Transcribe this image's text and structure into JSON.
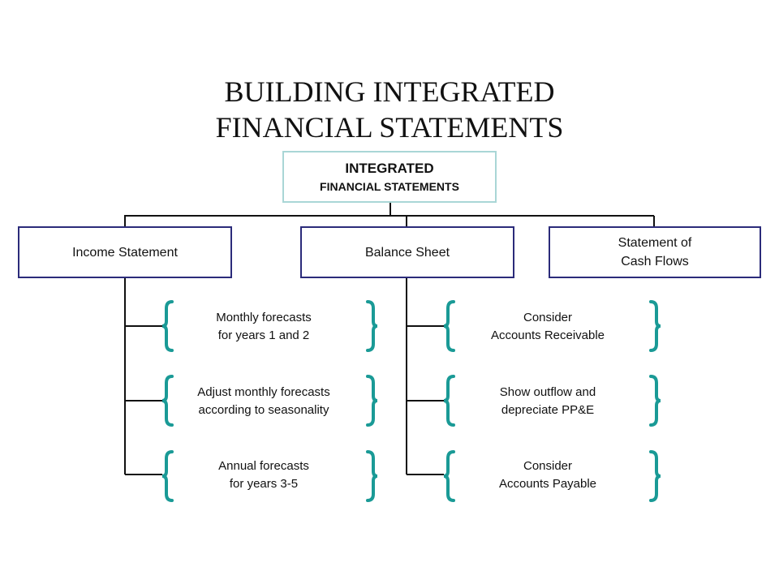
{
  "title": {
    "line1": "BUILDING INTEGRATED",
    "line2": "FINANCIAL STATEMENTS"
  },
  "root": {
    "line1": "INTEGRATED",
    "line2": "FINANCIAL STATEMENTS"
  },
  "branches": [
    {
      "label_line1": "Income Statement",
      "label_line2": "",
      "items": [
        {
          "line1": "Monthly forecasts",
          "line2": "for years 1 and 2"
        },
        {
          "line1": "Adjust monthly forecasts",
          "line2": "according to seasonality"
        },
        {
          "line1": "Annual forecasts",
          "line2": "for years 3-5"
        }
      ]
    },
    {
      "label_line1": "Balance Sheet",
      "label_line2": "",
      "items": [
        {
          "line1": "Consider",
          "line2": "Accounts Receivable"
        },
        {
          "line1": "Show outflow and",
          "line2": "depreciate PP&E"
        },
        {
          "line1": "Consider",
          "line2": "Accounts Payable"
        }
      ]
    },
    {
      "label_line1": "Statement of",
      "label_line2": "Cash Flows",
      "items": []
    }
  ],
  "colors": {
    "connector": "#111111",
    "brace": "#1a9a96",
    "root_border": "#a9d6d6",
    "box_border": "#2b2b7a"
  }
}
